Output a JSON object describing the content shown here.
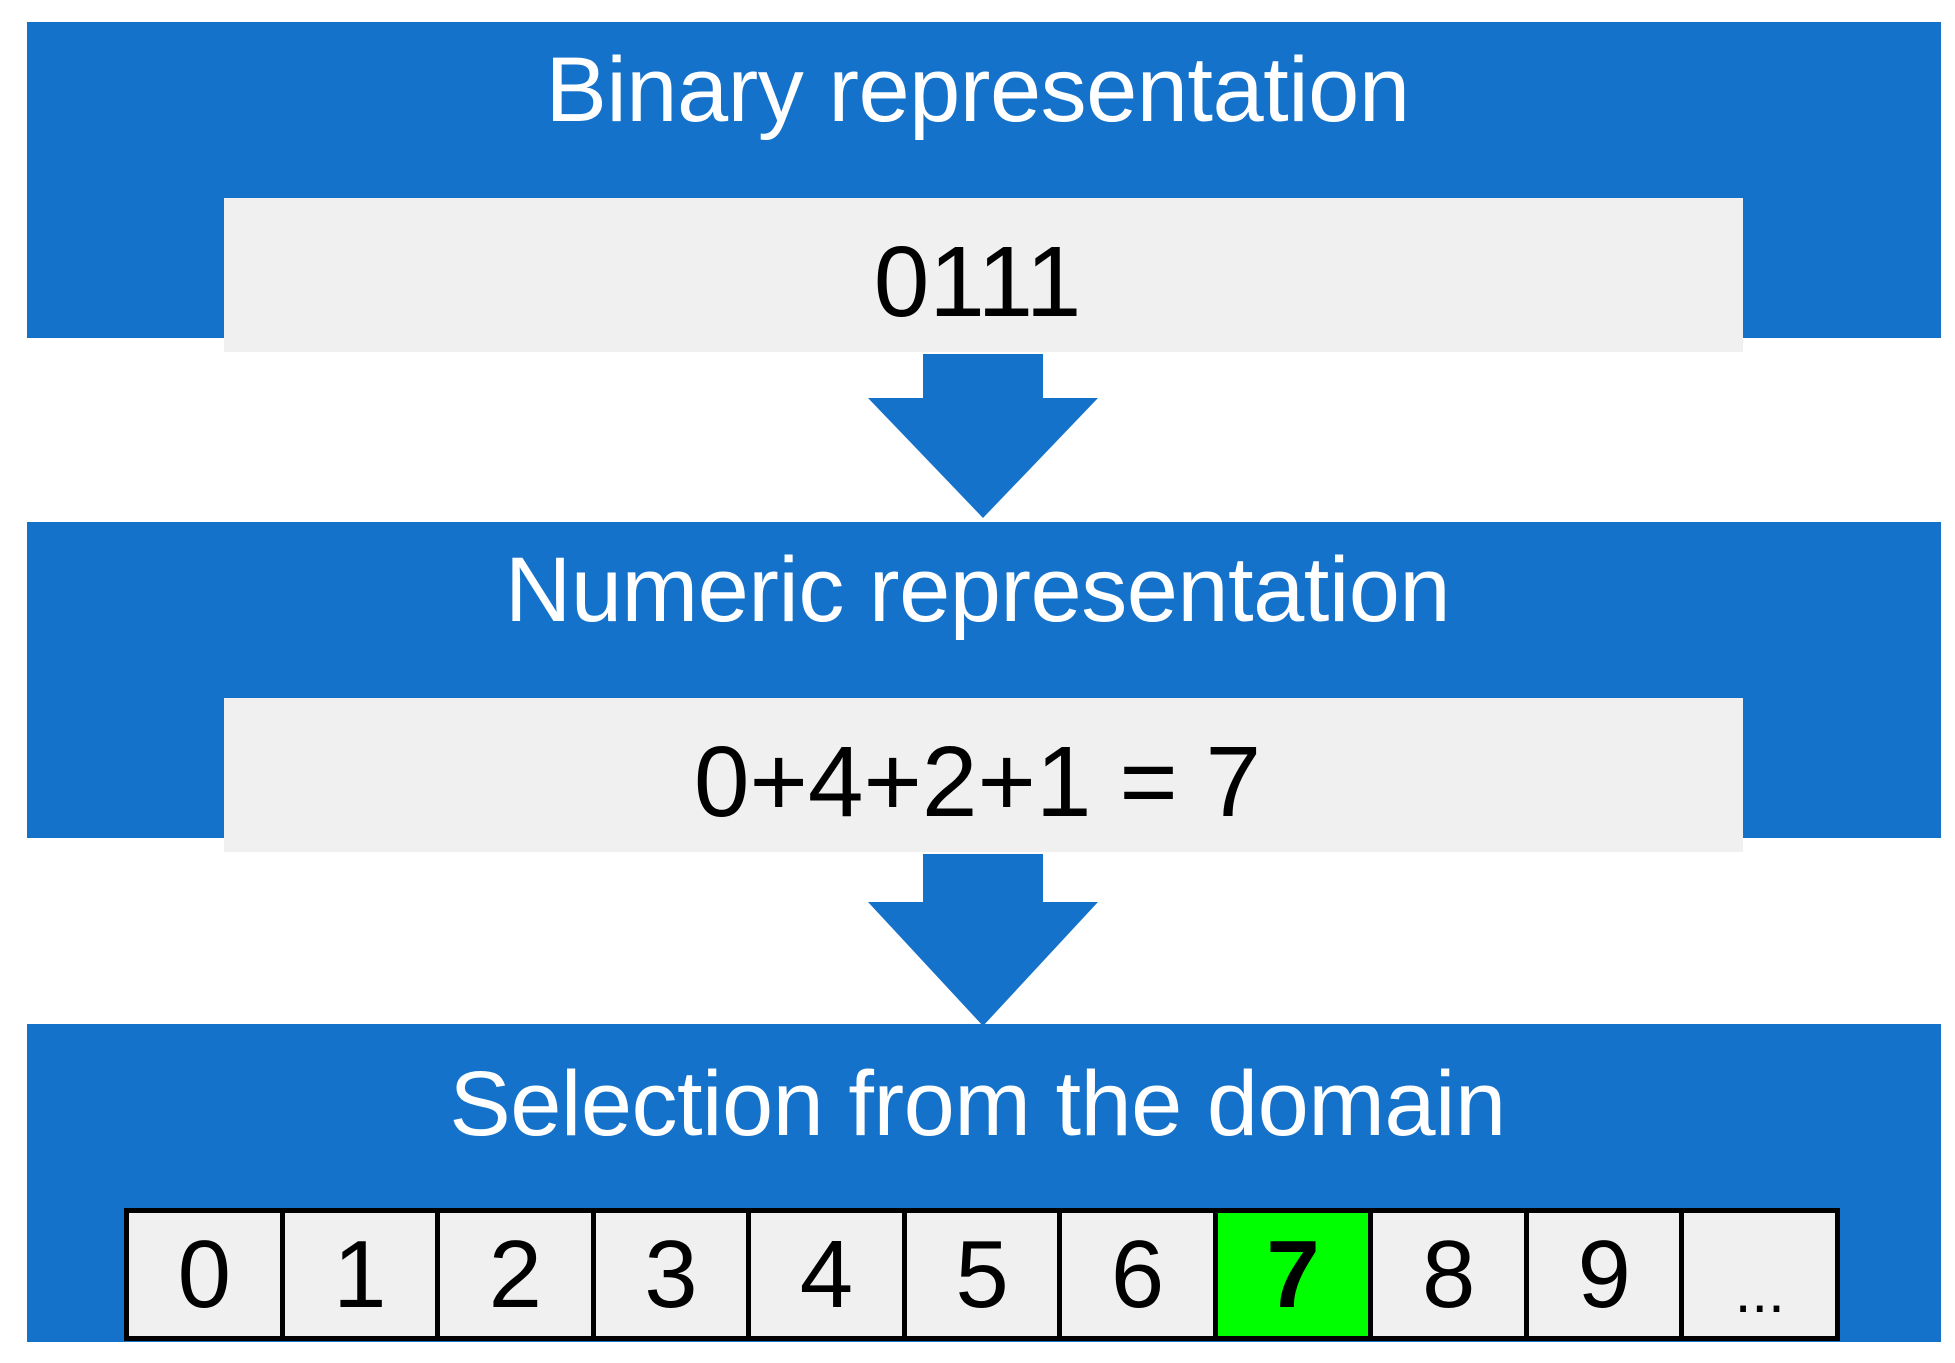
{
  "theme": {
    "panel_blue": "#1572CB",
    "value_gray": "#F0F0F0",
    "selected_green": "#00FF00",
    "text_white": "#FFFFFF",
    "text_black": "#000000"
  },
  "diagram": {
    "type": "flow",
    "steps": [
      {
        "id": "binary",
        "title": "Binary representation",
        "value": "0111"
      },
      {
        "id": "numeric",
        "title": "Numeric representation",
        "value": "0+4+2+1 = 7"
      },
      {
        "id": "selection",
        "title": "Selection from the domain"
      }
    ],
    "connectors": [
      {
        "id": "arrow-binary-to-numeric",
        "icon": "down-arrow-icon"
      },
      {
        "id": "arrow-numeric-to-selection",
        "icon": "down-arrow-icon"
      }
    ],
    "domain": {
      "selected_value": "7",
      "cells": [
        {
          "label": "0",
          "selected": false
        },
        {
          "label": "1",
          "selected": false
        },
        {
          "label": "2",
          "selected": false
        },
        {
          "label": "3",
          "selected": false
        },
        {
          "label": "4",
          "selected": false
        },
        {
          "label": "5",
          "selected": false
        },
        {
          "label": "6",
          "selected": false
        },
        {
          "label": "7",
          "selected": true
        },
        {
          "label": "8",
          "selected": false
        },
        {
          "label": "9",
          "selected": false
        },
        {
          "label": "...",
          "selected": false
        }
      ]
    }
  }
}
